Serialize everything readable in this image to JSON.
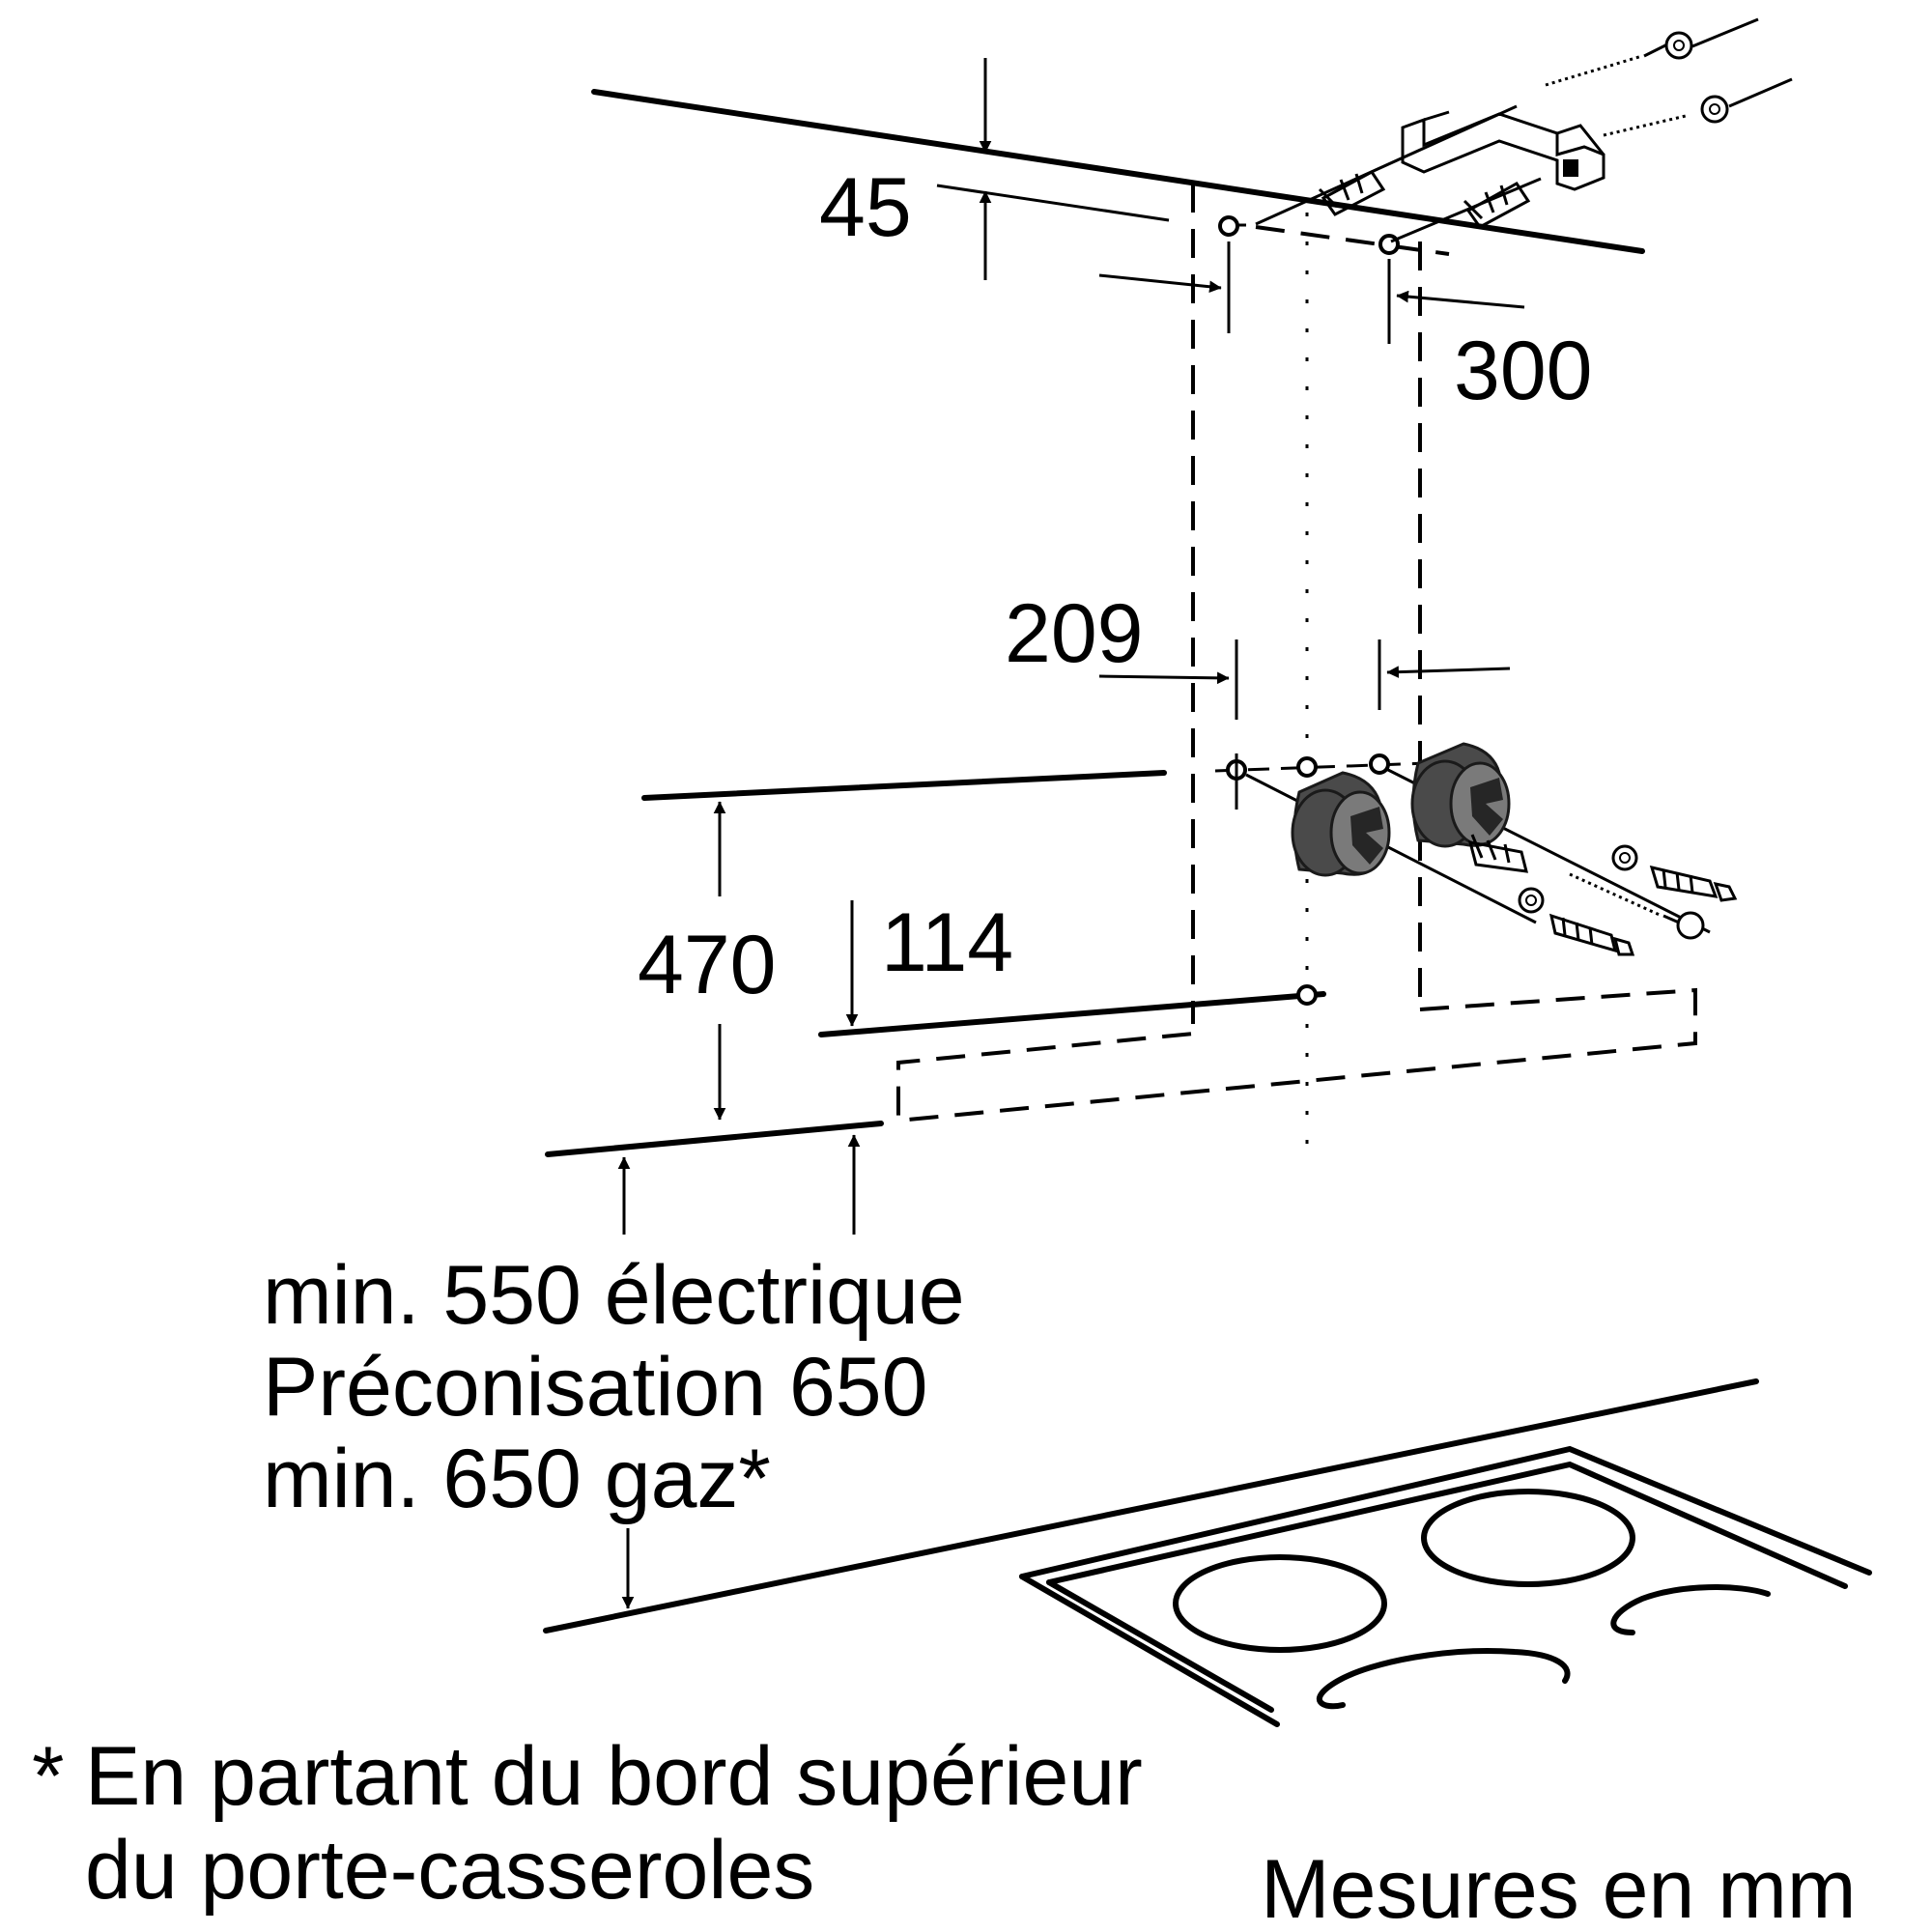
{
  "dimensions": {
    "top_offset": "45",
    "top_hole_spacing": "300",
    "lower_hole_spacing": "209",
    "vertical_distance": "470",
    "bottom_offset": "114"
  },
  "clearance": {
    "line1": "min. 550 électrique",
    "line2": "Préconisation 650",
    "line3": "min. 650 gaz*"
  },
  "footnote": {
    "marker": "*",
    "line1": "En partant du bord supérieur",
    "line2": "du porte-casseroles"
  },
  "units_note": "Mesures en mm",
  "icons": [
    "wall-plug-icon",
    "screw-icon",
    "washer-icon",
    "mounting-bracket-icon",
    "hob-icon"
  ]
}
